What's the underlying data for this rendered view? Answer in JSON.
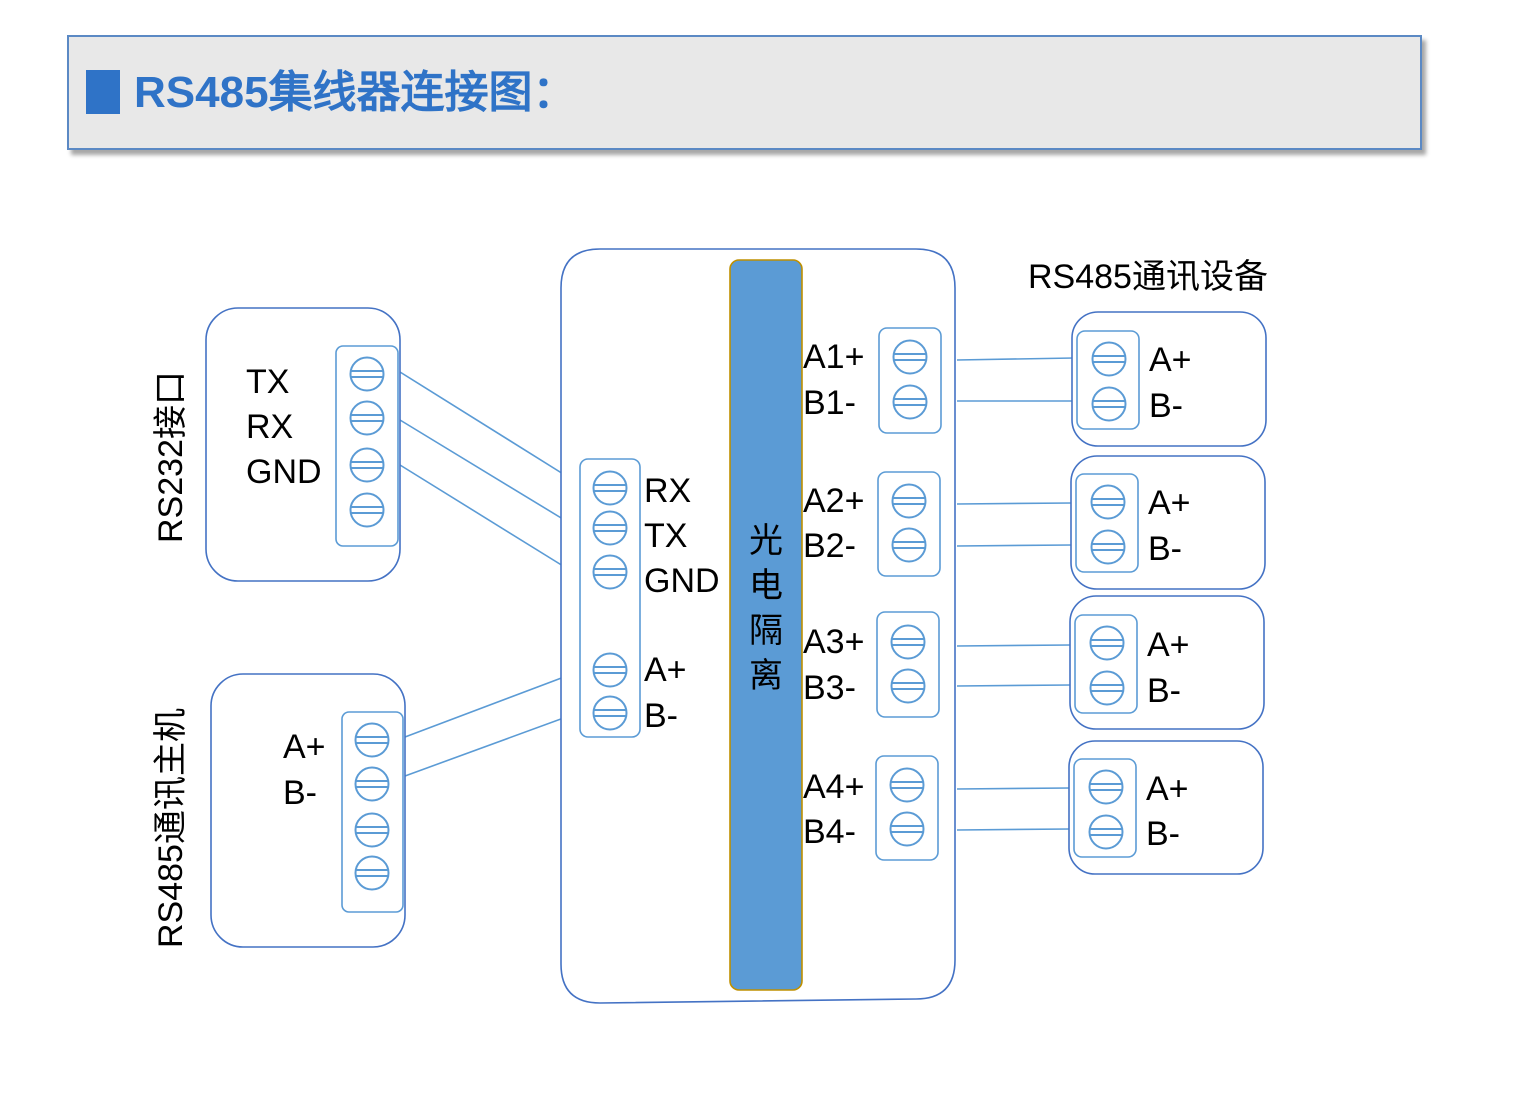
{
  "header": {
    "title": "RS485集线器连接图："
  },
  "rs232": {
    "label": "RS232接口",
    "pins": [
      "TX",
      "RX",
      "GND"
    ]
  },
  "host": {
    "label": "RS485通讯主机",
    "pins": [
      "A+",
      "B-"
    ]
  },
  "hub": {
    "isolation_label": [
      "光",
      "电",
      "隔",
      "离"
    ],
    "left_pins": [
      "RX",
      "TX",
      "GND"
    ],
    "bus_pins": [
      "A+",
      "B-"
    ],
    "ports": [
      {
        "a": "A1+",
        "b": "B1-"
      },
      {
        "a": "A2+",
        "b": "B2-"
      },
      {
        "a": "A3+",
        "b": "B3-"
      },
      {
        "a": "A4+",
        "b": "B4-"
      }
    ]
  },
  "devices": {
    "title": "RS485通讯设备",
    "items": [
      {
        "a": "A+",
        "b": "B-"
      },
      {
        "a": "A+",
        "b": "B-"
      },
      {
        "a": "A+",
        "b": "B-"
      },
      {
        "a": "A+",
        "b": "B-"
      }
    ]
  },
  "colors": {
    "line": "#5b9bd5",
    "box_border": "#4472c4",
    "isolation_fill": "#5b9bd5",
    "isolation_border": "#bf9000",
    "title": "#2f73c7"
  }
}
